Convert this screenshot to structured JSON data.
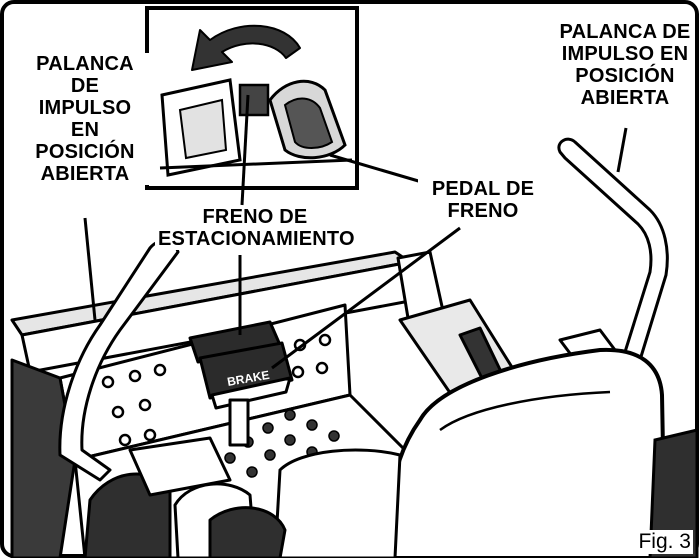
{
  "labels": {
    "left_lever": [
      "PALANCA",
      "DE",
      "IMPULSO",
      "EN",
      "POSICIÓN",
      "ABIERTA"
    ],
    "right_lever": [
      "PALANCA DE",
      "IMPULSO EN",
      "POSICIÓN",
      "ABIERTA"
    ],
    "pedal": [
      "PEDAL DE",
      "FRENO"
    ],
    "parking_brake": [
      "FRENO DE",
      "ESTACIONAMIENTO"
    ],
    "pedal_plate_text": "BRAKE",
    "figure_number": "Fig. 3"
  },
  "colors": {
    "line": "#000000",
    "fill": "#ffffff",
    "shade": "#cfcfcf",
    "dark": "#2a2a2a"
  },
  "icons": [
    "rotation-arrow-icon"
  ]
}
